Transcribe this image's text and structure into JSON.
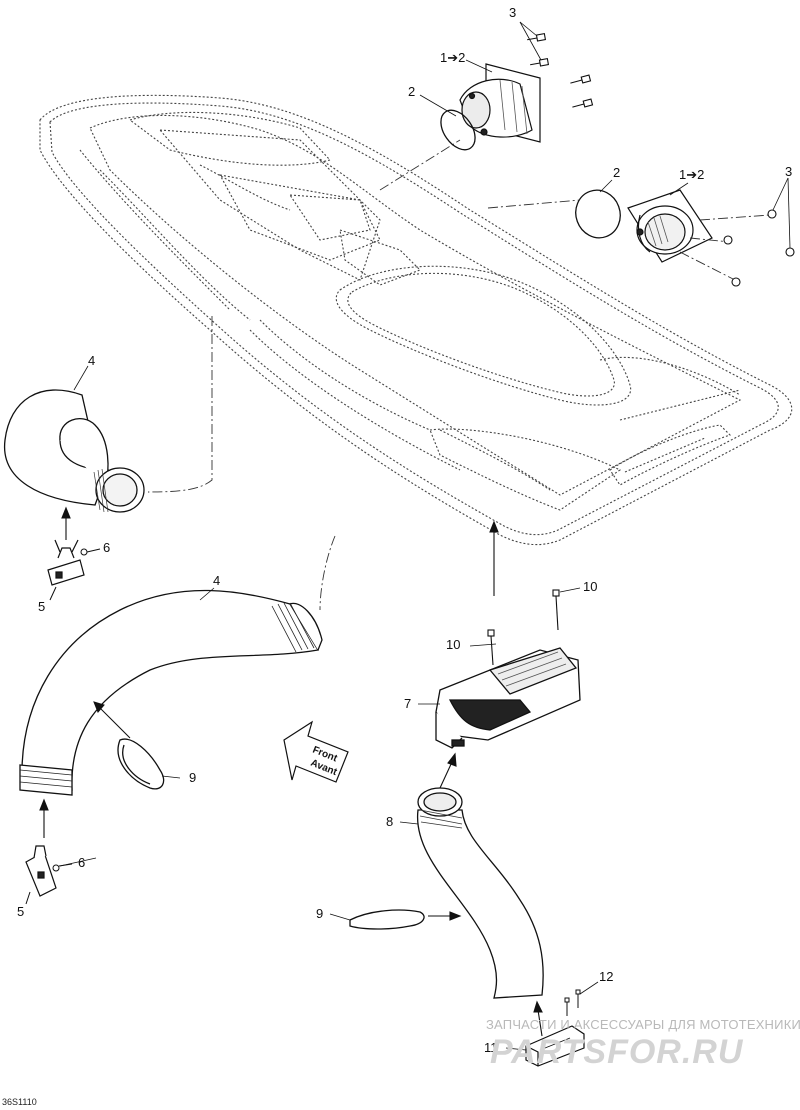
{
  "drawing": {
    "code": "36S1110",
    "callouts": {
      "c1a": "1➔2",
      "c1b": "1➔2",
      "c2a": "2",
      "c2b": "2",
      "c3a": "3",
      "c3b": "3",
      "c4a": "4",
      "c4b": "4",
      "c5a": "5",
      "c5b": "5",
      "c6a": "6",
      "c6b": "6",
      "c7": "7",
      "c8": "8",
      "c9a": "9",
      "c9b": "9",
      "c10a": "10",
      "c10b": "10",
      "c11": "11",
      "c12": "12"
    },
    "front_arrow": {
      "line1": "Front",
      "line2": "Avant"
    }
  },
  "watermark": {
    "text": "ЗАПЧАСТИ И АКСЕССУАРЫ ДЛЯ МОТОТЕХНИКИ",
    "logo": "PARTSFOR.RU"
  }
}
